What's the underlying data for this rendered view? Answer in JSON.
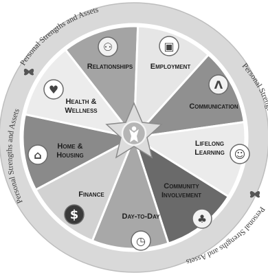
{
  "wheel": {
    "arc_texts": [
      "Personal Strengths and Assets",
      "Personal Strengths and Assets",
      "Personal Strengths and Assets",
      "Personal Strengths and Assets"
    ],
    "segments": [
      {
        "id": "relationships",
        "label": "Relationships",
        "icon": "people-icon",
        "shade": "#8a8a8a"
      },
      {
        "id": "employment",
        "label": "Employment",
        "icon": "laptop-person-icon",
        "shade": "#ececec"
      },
      {
        "id": "communication",
        "label": "Communication",
        "icon": "communication-icon",
        "shade": "#a4a4a4"
      },
      {
        "id": "lifelong-learning",
        "label": "Lifelong Learning",
        "icon": "head-brain-icon",
        "shade": "#e6e6e6"
      },
      {
        "id": "community-involvement",
        "label": "Community Involvement",
        "icon": "community-tree-icon",
        "shade": "#909090"
      },
      {
        "id": "day-to-day",
        "label": "Day-to-Day",
        "icon": "clock-icon",
        "shade": "#ebebeb"
      },
      {
        "id": "finance",
        "label": "Finance",
        "icon": "dollar-icon",
        "shade": "#6a6a6a"
      },
      {
        "id": "home-housing",
        "label": "Home & Housing",
        "icon": "house-icon",
        "shade": "#a8a8a8"
      },
      {
        "id": "health-wellness",
        "label": "Health & Wellness",
        "icon": "heart-watch-icon",
        "shade": "#d2d2d2"
      }
    ],
    "center_icon": "person-star-icon",
    "ornament_icons": [
      "butterfly-icon",
      "butterfly-icon"
    ],
    "colors": {
      "outer_ring": "#d9d9d9",
      "ring_border": "#bdbdbd",
      "star": "#dcdcdc",
      "medallion": "#b5b5b5"
    }
  }
}
